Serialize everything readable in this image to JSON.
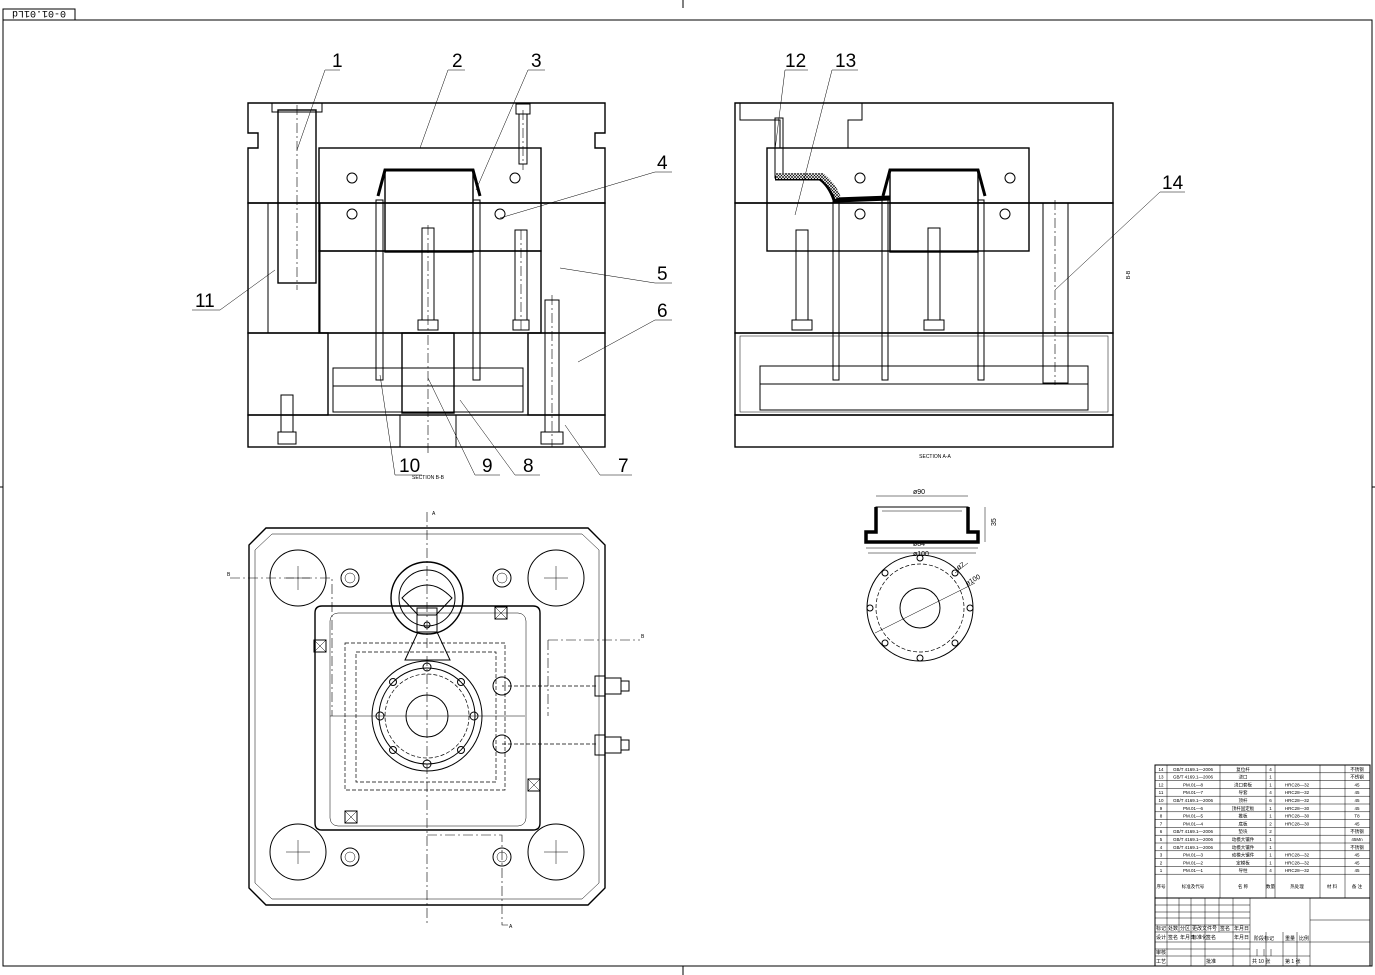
{
  "drawing_number": "0-01.01Ld",
  "section_labels": {
    "left": "SECTION B-B",
    "right": "SECTION A-A",
    "side_mark": "B-B"
  },
  "part_labels": [
    {
      "id": "1",
      "text": "1"
    },
    {
      "id": "2",
      "text": "2"
    },
    {
      "id": "3",
      "text": "3"
    },
    {
      "id": "4",
      "text": "4"
    },
    {
      "id": "5",
      "text": "5"
    },
    {
      "id": "6",
      "text": "6"
    },
    {
      "id": "7",
      "text": "7"
    },
    {
      "id": "8",
      "text": "8"
    },
    {
      "id": "9",
      "text": "9"
    },
    {
      "id": "10",
      "text": "10"
    },
    {
      "id": "11",
      "text": "11"
    },
    {
      "id": "12",
      "text": "12"
    },
    {
      "id": "13",
      "text": "13"
    },
    {
      "id": "14",
      "text": "14"
    }
  ],
  "part_dimensions": {
    "d_top": "ø90",
    "d_mid": "ø84",
    "d_bottom": "ø100",
    "height": "35",
    "hole": "ø7",
    "pcd": "ø100"
  },
  "view_marks": {
    "a": "A",
    "b": "B"
  },
  "bom": {
    "rows": [
      {
        "no": "14",
        "std": "GB/T 4169.1—2006",
        "name": "复位杆",
        "qty": "4",
        "mat": "",
        "note": "不锈钢"
      },
      {
        "no": "13",
        "std": "GB/T 4169.1—2006",
        "name": "浇口",
        "qty": "1",
        "mat": "",
        "note": "不锈钢"
      },
      {
        "no": "12",
        "std": "PM.01—8",
        "name": "浇口套板",
        "qty": "1",
        "mat": "HRC28—32",
        "note": "45"
      },
      {
        "no": "11",
        "std": "PM.01—7",
        "name": "导套",
        "qty": "4",
        "mat": "HRC28—32",
        "note": "45"
      },
      {
        "no": "10",
        "std": "GB/T 4169.1—2006",
        "name": "顶杆",
        "qty": "6",
        "mat": "HRC28—32",
        "note": "45"
      },
      {
        "no": "9",
        "std": "PM.01—6",
        "name": "顶杆固定板",
        "qty": "1",
        "mat": "HRC28—30",
        "note": "45"
      },
      {
        "no": "8",
        "std": "PM.01—5",
        "name": "推板",
        "qty": "1",
        "mat": "HRC28—30",
        "note": "T8"
      },
      {
        "no": "7",
        "std": "PM.01—4",
        "name": "底板",
        "qty": "2",
        "mat": "HRC28—30",
        "note": "45"
      },
      {
        "no": "6",
        "std": "GB/T 4169.1—2006",
        "name": "垫块",
        "qty": "2",
        "mat": "",
        "note": "不锈钢"
      },
      {
        "no": "5",
        "std": "GB/T 4169.1—2006",
        "name": "动模大镶件",
        "qty": "1",
        "mat": "",
        "note": "45Mn"
      },
      {
        "no": "4",
        "std": "GB/T 4169.1—2006",
        "name": "动模大镶件",
        "qty": "1",
        "mat": "",
        "note": "不锈钢"
      },
      {
        "no": "3",
        "std": "PM.01—3",
        "name": "动模大镶件",
        "qty": "1",
        "mat": "HRC28—32",
        "note": "45"
      },
      {
        "no": "2",
        "std": "PM.01—2",
        "name": "定模板",
        "qty": "1",
        "mat": "HRC28—32",
        "note": "45"
      },
      {
        "no": "1",
        "std": "PM.01—1",
        "name": "导柱",
        "qty": "4",
        "mat": "HRC28—32",
        "note": "45"
      }
    ],
    "header": {
      "no": "序号",
      "std": "标准及代号",
      "name": "名 称",
      "qty": "数量",
      "mat": "热处理",
      "material": "材 料",
      "note": "备 注"
    }
  },
  "title_block": {
    "rev_labels": [
      "标记",
      "处数",
      "分区",
      "更改文件号",
      "签名",
      "年月日"
    ],
    "row2": [
      "设计",
      "签名",
      "年月日",
      "标准化",
      "签名",
      "年月日"
    ],
    "stage": "阶段标记",
    "weight": "重量",
    "scale": "比例",
    "review": "审核",
    "process": "工艺",
    "approve": "批准",
    "sheet_total": "共 10 张",
    "sheet_no": "第 1 张"
  }
}
